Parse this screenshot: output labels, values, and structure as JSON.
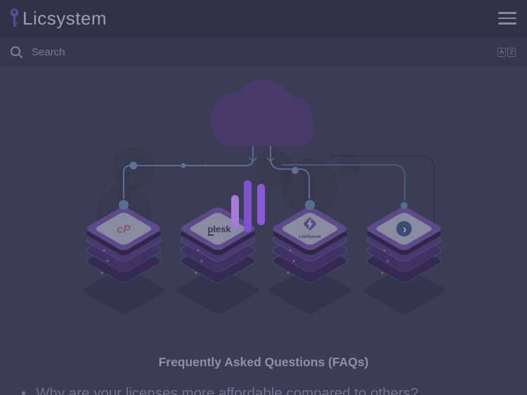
{
  "header": {
    "logo_text": "Licsystem"
  },
  "search": {
    "placeholder": "Search",
    "lang_a": "A",
    "lang_z": "Z"
  },
  "illustration": {
    "description": "Cloud connected to four isometric license server stacks with loading bars",
    "servers": [
      {
        "name": "cPanel",
        "logo": "cp",
        "label": "cP"
      },
      {
        "name": "Plesk",
        "logo": "plesk",
        "label": "plesk"
      },
      {
        "name": "LiteSpeed",
        "logo": "litespeed",
        "label": "LiteSpeed"
      },
      {
        "name": "DirectAdmin",
        "logo": "directadmin",
        "label": "›"
      }
    ]
  },
  "faq": {
    "heading": "Frequently Asked Questions (FAQs)",
    "questions": [
      "Why are your licenses more affordable compared to others?"
    ]
  },
  "colors": {
    "page_bg": "#3a3d53",
    "header_bg": "#2f3247",
    "search_bg": "#353950",
    "accent_purple": "#5f4693",
    "cloud": "#483b6a",
    "line": "#5a6c92",
    "node": "#5d7292",
    "apex_node": "#53708e",
    "bar_light": "#a57ad8",
    "bar_mid": "#8a5cd4",
    "bar_dark": "#7e50d2",
    "server_rim": "#5c4a8b",
    "server_plate": "#898ca0",
    "server_plate_side": "#2e2747",
    "server_layers": [
      "#483a70",
      "#3e3263",
      "#352b52"
    ],
    "server_shadow": "#31344e",
    "server_edge": "rgba(105,220,210,0.22)",
    "server_led": "#b2557f",
    "logo_cp": "#7c6066",
    "logo_plesk": "#333a55",
    "logo_litespeed_text": "#414866",
    "logo_litespeed_badge": "#554e7e",
    "logo_litespeed_bolt": "#9a93bd",
    "logo_da_circle": "#3c4c70",
    "logo_da_arrow": "#93a9cc",
    "faq_heading": "#8c92a8",
    "faq_text": "#6e7590"
  }
}
